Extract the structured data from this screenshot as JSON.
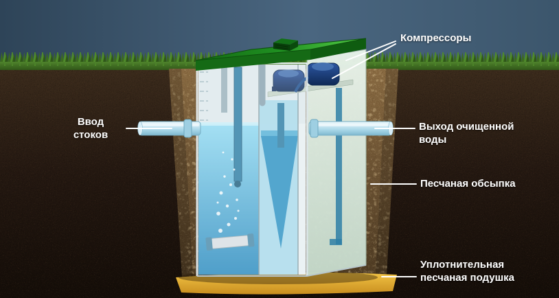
{
  "labels": {
    "compressors": "Компрессоры",
    "inlet": "Ввод\nстоков",
    "outlet": "Выход очищенной\nводы",
    "sand_backfill": "Песчаная обсыпка",
    "sand_cushion": "Уплотнительная\nпесчаная подушка"
  },
  "colors": {
    "label_text": "#ffffff",
    "sky": "#42596f",
    "grass": "#47792a",
    "soil": "#241811",
    "excavation": "#6a5132",
    "sand_cushion": "#d9a62b",
    "tank_lid": "#1f9020",
    "tank_body": "#eef4f6",
    "water": "#3a9fcf",
    "pipe": "#a9d7e8",
    "compressor": "#1b3e7c"
  }
}
